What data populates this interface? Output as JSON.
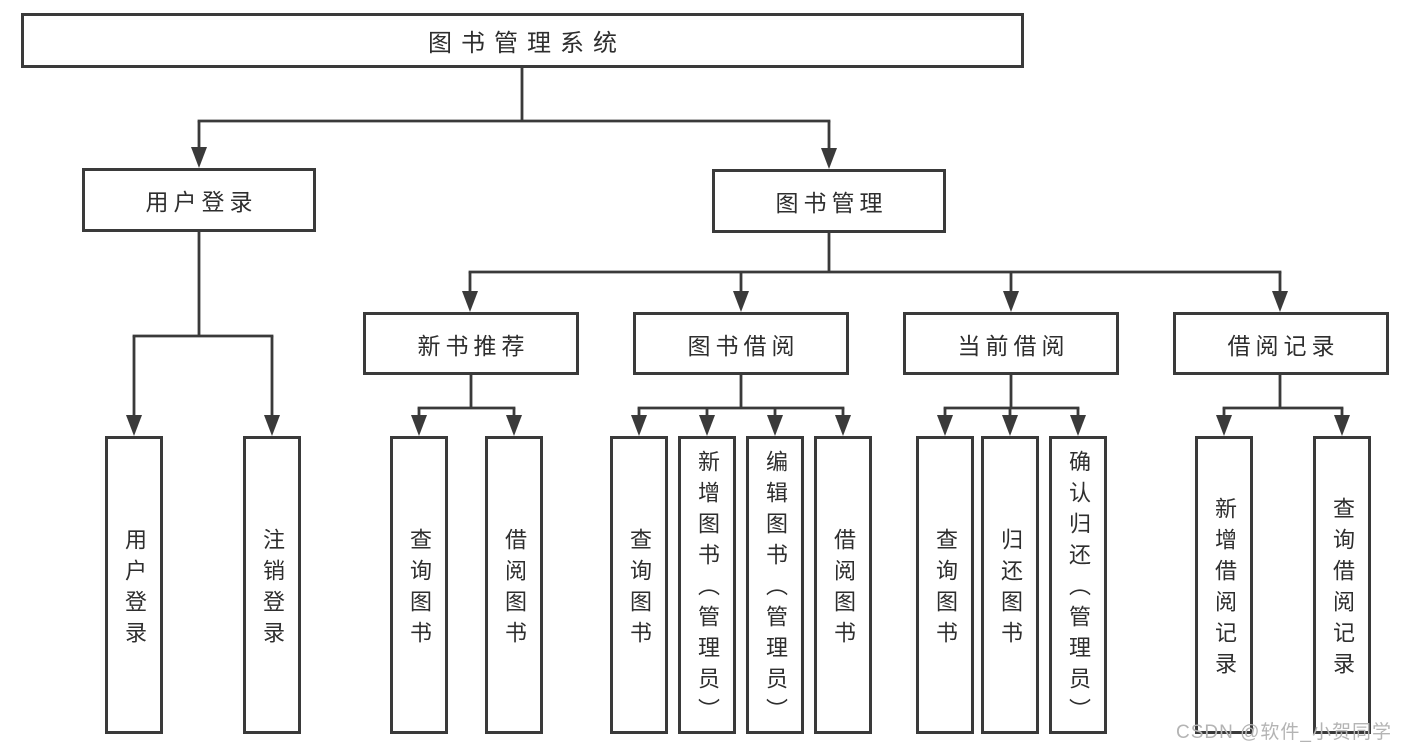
{
  "diagram_type": "hierarchy-tree",
  "tree": {
    "label": "图书管理系统",
    "children": [
      {
        "label": "用户登录",
        "children": [
          {
            "label": "用户登录"
          },
          {
            "label": "注销登录"
          }
        ]
      },
      {
        "label": "图书管理",
        "children": [
          {
            "label": "新书推荐",
            "children": [
              {
                "label": "查询图书"
              },
              {
                "label": "借阅图书"
              }
            ]
          },
          {
            "label": "图书借阅",
            "children": [
              {
                "label": "查询图书"
              },
              {
                "label": "新增图书（管理员）"
              },
              {
                "label": "编辑图书（管理员）"
              },
              {
                "label": "借阅图书"
              }
            ]
          },
          {
            "label": "当前借阅",
            "children": [
              {
                "label": "查询图书"
              },
              {
                "label": "归还图书"
              },
              {
                "label": "确认归还（管理员）"
              }
            ]
          },
          {
            "label": "借阅记录",
            "children": [
              {
                "label": "新增借阅记录"
              },
              {
                "label": "查询借阅记录"
              }
            ]
          }
        ]
      }
    ]
  },
  "watermark": {
    "text": "CSDN @软件_小贺同学"
  },
  "colors": {
    "line": "#3a3a3a",
    "box_border": "#3a3a3a",
    "text": "#2e2e2e",
    "watermark": "#b4b4b4",
    "background": "#ffffff"
  }
}
